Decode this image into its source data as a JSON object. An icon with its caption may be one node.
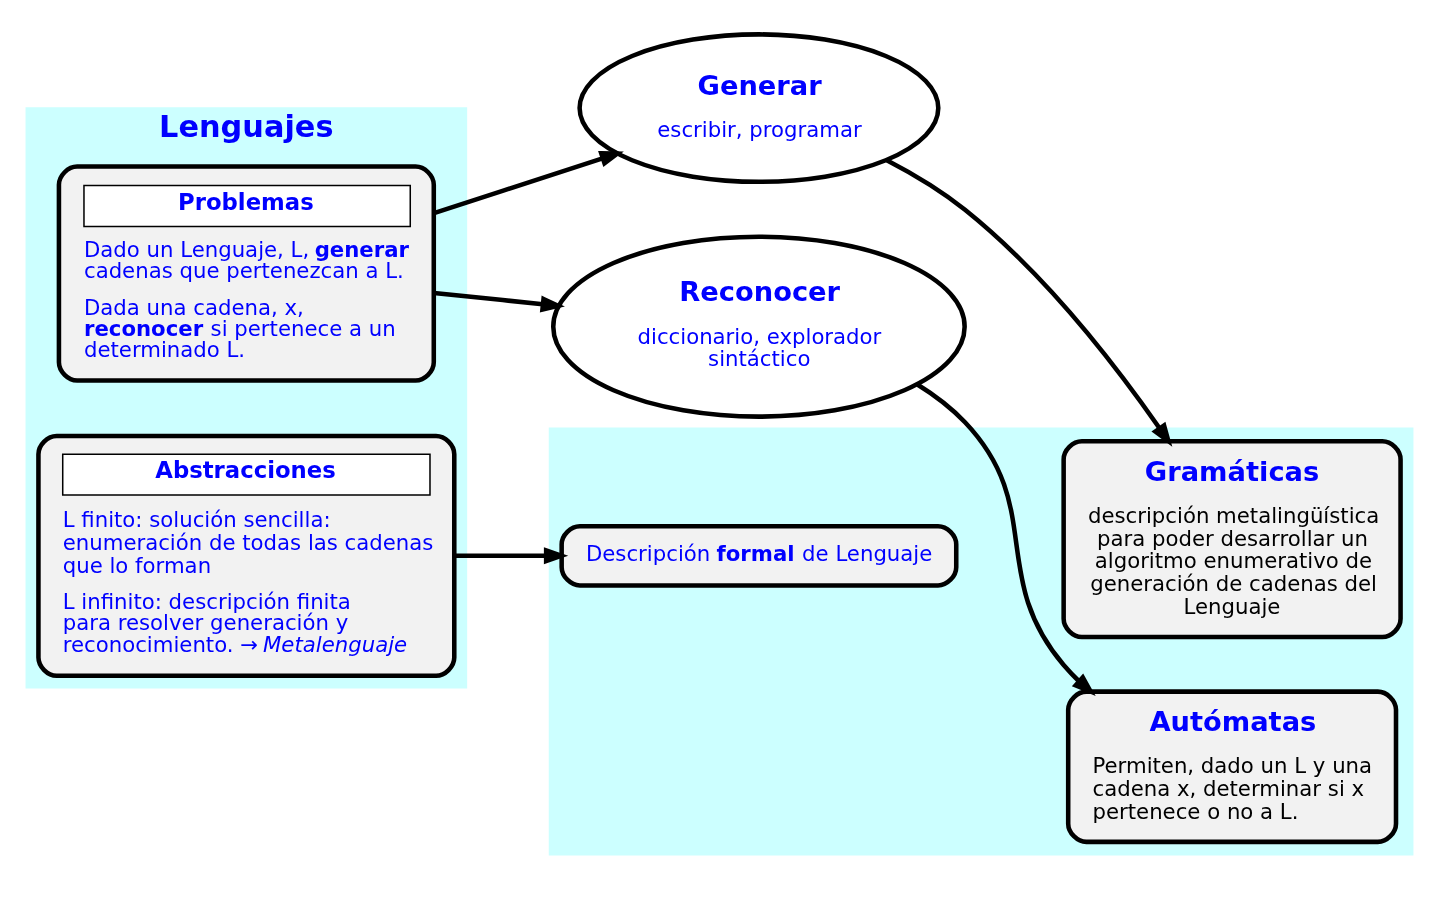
{
  "diagram": {
    "nodes": [
      {
        "text": [
          "Lenguajes"
        ]
      },
      {
        "text": [
          "Problemas",
          "Dado un Lenguaje, L, **generar** cadenas que pertenezcan a L.",
          "Dada una cadena, x, **reconocer** si pertenece a un determinado L."
        ],
        "in": 0
      },
      {
        "text": [
          "Abstracciones",
          "L finito: solución sencilla: enumeración de todas las cadenas que lo forman",
          "L infinito: descripción finita para resolver generación y reconocimiento. → *Metalenguaje*"
        ],
        "in": 0
      },
      {
        "text": [
          "Generar",
          "escribir, programar"
        ]
      },
      {
        "text": [
          "Reconocer",
          "diccionario, explorador sintáctico"
        ]
      },
      {
        "text": [],
        "shape": "box"
      },
      {
        "text": [
          "Gramáticas",
          "descripción metalingüística para poder desarrollar un algoritmo enumerativo de generación de cadenas del Lenguaje"
        ],
        "in": 5
      },
      {
        "text": [
          "Autómatas",
          "Permiten, dado un L y una cadena x, determinar si x pertenece o no a L."
        ],
        "in": 5
      },
      {
        "text": [
          "Descripción **formal** de Lenguaje"
        ],
        "in": 5
      }
    ],
    "edges": [
      {
        "from": 1,
        "to": 3,
        "arrow": "to"
      },
      {
        "from": 1,
        "to": 4,
        "arrow": "to"
      },
      {
        "from": 3,
        "to": 6,
        "arrow": "to"
      },
      {
        "from": 4,
        "to": 7,
        "arrow": "to"
      },
      {
        "from": 2,
        "to": 8,
        "arrow": "to"
      }
    ]
  }
}
